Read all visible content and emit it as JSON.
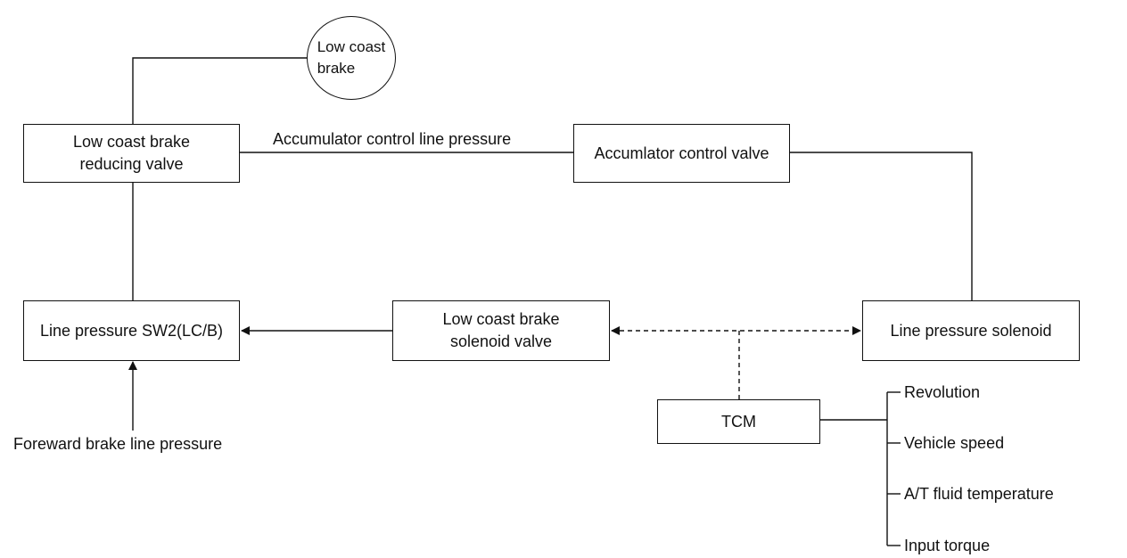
{
  "nodes": {
    "low_coast_brake": "Low coast\nbrake",
    "reducing_valve": "Low coast brake\nreducing valve",
    "accumulator_valve": "Accumlator control valve",
    "line_pressure_sw2": "Line pressure SW2(LC/B)",
    "lcb_solenoid": "Low coast brake\nsolenoid valve",
    "line_pressure_solenoid": "Line pressure solenoid",
    "tcm": "TCM"
  },
  "labels": {
    "accumulator_line": "Accumulator control line pressure",
    "forward_brake": "Foreward brake line pressure"
  },
  "tcm_inputs": [
    "Revolution",
    "Vehicle speed",
    "A/T fluid temperature",
    "Input torque"
  ]
}
